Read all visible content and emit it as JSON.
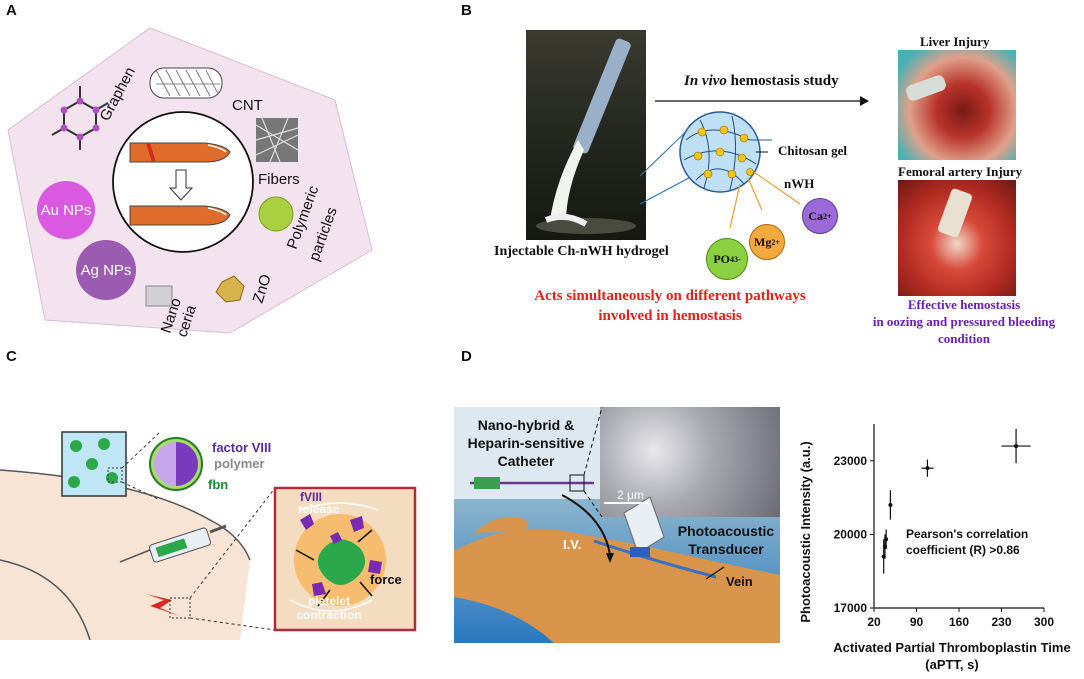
{
  "panels": {
    "a": {
      "letter": "A",
      "labels": {
        "graphen": "Graphen",
        "cnt": "CNT",
        "fibers": "Fibers",
        "polymeric": "Polymeric",
        "particles": "particles",
        "zno": "ZnO",
        "nano": "Nano",
        "ceria": "ceria",
        "ag": "Ag NPs",
        "au": "Au NPs"
      },
      "colors": {
        "hexagon": "#f3e3ee",
        "finger": "#e06c2c",
        "wound": "#d42a1f",
        "au": "#d95ae0",
        "ag": "#9b5bb0"
      }
    },
    "b": {
      "letter": "B",
      "study": "In vivo hemostasis study",
      "study_em": "In vivo",
      "study_rest": " hemostasis study",
      "liver": "Liver Injury",
      "femoral": "Femoral artery Injury",
      "chitosan": "Chitosan gel",
      "nwh": "nWH",
      "ca": "Ca",
      "ca_sup": "2+",
      "mg": "Mg",
      "mg_sup": "2+",
      "po": "PO",
      "po_sub": "4",
      "po_sup": "3-",
      "injectable": "Injectable Ch-nWH hydrogel",
      "acts1": "Acts simultaneously on different pathways",
      "acts2": "involved in hemostasis",
      "effective1": "Effective hemostasis",
      "effective2": "in oozing and pressured bleeding condition",
      "colors": {
        "acts": "#e8201c",
        "effective": "#6a1fb0",
        "ca": "#9b6ad8",
        "mg": "#f3a93d",
        "po": "#8ad040"
      }
    },
    "c": {
      "letter": "C",
      "factor": "factor VIII",
      "polymer": "polymer",
      "fbn": "fbn",
      "fviii": "fVIII",
      "release": "release",
      "force": "force",
      "platelet": "platelet",
      "contraction": "contraction",
      "colors": {
        "particle": "#2aa84a",
        "factor": "#5a2a9a",
        "fbn": "#1f8a3a"
      }
    },
    "d": {
      "letter": "D",
      "nano1": "Nano-hybrid &",
      "nano2": "Heparin-sensitive",
      "nano3": "Catheter",
      "scale": "2 μm",
      "iv": "I.V.",
      "photo1": "Photoacoustic",
      "photo2": "Transducer",
      "vein": "Vein"
    }
  },
  "chart_data": {
    "type": "scatter",
    "xlabel_line1": "Activated Partial Thromboplastin Time",
    "xlabel_line2": "(aPTT, s)",
    "ylabel": "Photoacoustic Intensity (a.u.)",
    "annotation_line1": "Pearson's correlation",
    "annotation_line2": "coefficient (R) >0.86",
    "xlim": [
      20,
      300
    ],
    "ylim": [
      17000,
      24500
    ],
    "xticks": [
      "20",
      "90",
      "160",
      "230",
      "300"
    ],
    "xtick_values": [
      20,
      90,
      160,
      230,
      300
    ],
    "yticks": [
      "17000",
      "20000",
      "23000"
    ],
    "ytick_values": [
      17000,
      20000,
      23000
    ],
    "points": [
      {
        "x": 36,
        "y": 19100,
        "yerr": 700,
        "xerr": 3
      },
      {
        "x": 38,
        "y": 19500,
        "yerr": 500,
        "xerr": 3
      },
      {
        "x": 40,
        "y": 19800,
        "yerr": 400,
        "xerr": 3
      },
      {
        "x": 47,
        "y": 21200,
        "yerr": 600,
        "xerr": 3
      },
      {
        "x": 108,
        "y": 22700,
        "yerr": 350,
        "xerr": 10
      },
      {
        "x": 254,
        "y": 23600,
        "yerr": 700,
        "xerr": 24
      }
    ]
  }
}
